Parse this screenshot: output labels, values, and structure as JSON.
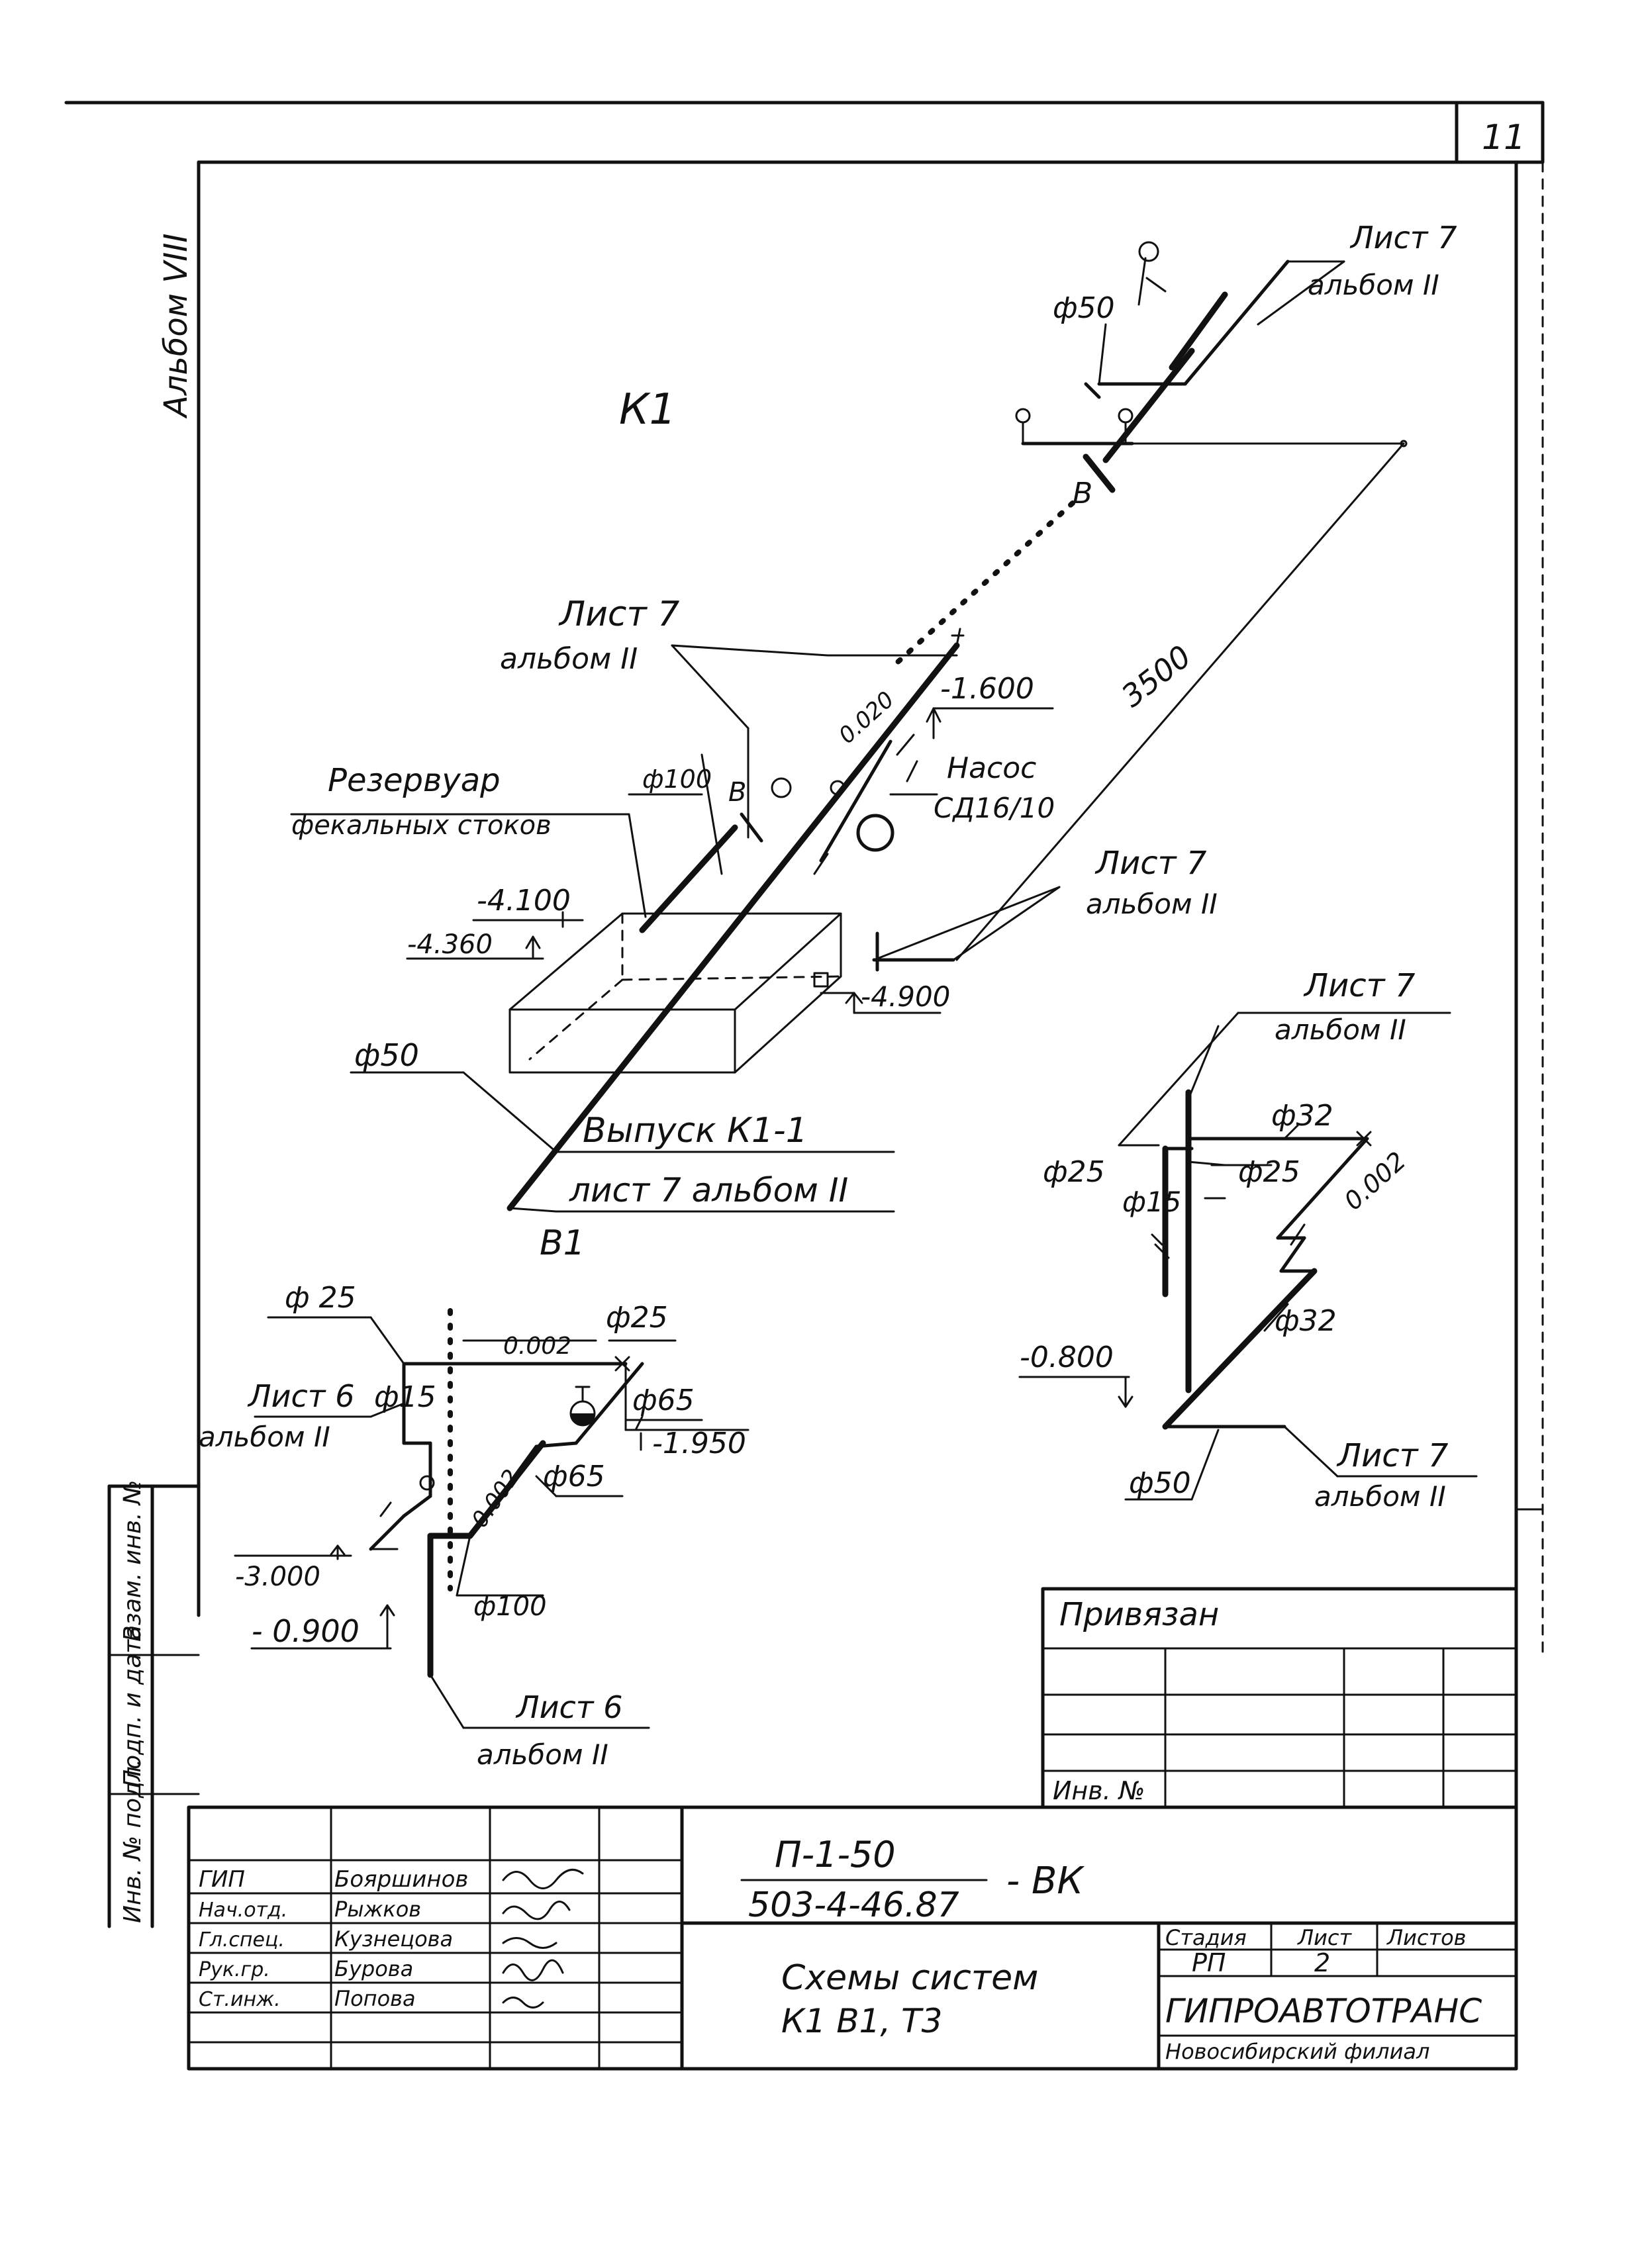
{
  "sheet_number": "11",
  "album_label": "Альбом VIII",
  "systems": {
    "k1": "К1",
    "b1": "В1"
  },
  "k1_labels": {
    "list7_top": "Лист 7",
    "album2_top": "альбом II",
    "d50_top": "ф50",
    "b_mark_top": "В",
    "list7_mid": "Лист 7",
    "album2_mid": "альбом II",
    "dim_3500": "3500",
    "elev_1600": "-1.600",
    "slope_k1": "0.020",
    "pump_title": "Насос",
    "pump_model": "СД16/10",
    "d100": "ф100",
    "b_mark_mid": "В",
    "reservoir_1": "Резервуар",
    "reservoir_2": "фекальных стоков",
    "elev_4100": "-4.100",
    "elev_4360": "-4.360",
    "list7_right": "Лист 7",
    "album2_right": "альбом II",
    "elev_4900": "-4.900",
    "d50_bottom": "ф50",
    "outlet_1": "Выпуск К1-1",
    "outlet_2": "лист 7 альбом II"
  },
  "t3_labels": {
    "list7_top": "Лист 7",
    "album2_top": "альбом II",
    "d32_top": "ф32",
    "d25_left": "ф25",
    "d25_right": "ф25",
    "slope": "0.002",
    "d15": "ф15",
    "d32_mid": "ф32",
    "elev_0800": "-0.800",
    "d50": "ф50",
    "list7_bottom": "Лист 7",
    "album2_bottom": "альбом II"
  },
  "b1_labels": {
    "d25_top": "ф 25",
    "slope_top": "0.002",
    "d25_right": "ф25",
    "list6_left": "Лист 6",
    "album2_left": "альбом II",
    "d15": "ф15",
    "d65_top": "ф65",
    "elev_1950": "-1.950",
    "slope_mid": "0.002",
    "d65_mid": "ф65",
    "elev_3000": "-3.000",
    "d100": "ф100",
    "elev_0900": "- 0.900",
    "list6_bottom": "Лист 6",
    "album2_bottom": "альбом II"
  },
  "binding": {
    "title": "Привязан",
    "inv_no": "Инв. №"
  },
  "left_strip": {
    "inv_orig": "Инв. № подл.",
    "sign_date": "Подп. и дата",
    "replace_inv": "Взам. инв. №"
  },
  "title_block": {
    "doc_code_1": "П-1-50",
    "doc_code_2": "503-4-46.87",
    "doc_suffix": "- ВК",
    "sheet_title_1": "Схемы систем",
    "sheet_title_2": "К1 В1, Т3",
    "stage_header": "Стадия",
    "sheet_header": "Лист",
    "sheets_header": "Листов",
    "stage_value": "РП",
    "sheet_value": "2",
    "org_name": "ГИПРОАВТОТРАНС",
    "org_branch": "Новосибирский филиал",
    "roles": [
      "ГИП",
      "Нач.отд.",
      "Гл.спец.",
      "Рук.гр.",
      "Ст.инж."
    ],
    "names": [
      "Бояршинов",
      "Рыжков",
      "Кузнецова",
      "Бурова",
      "Попова"
    ]
  }
}
